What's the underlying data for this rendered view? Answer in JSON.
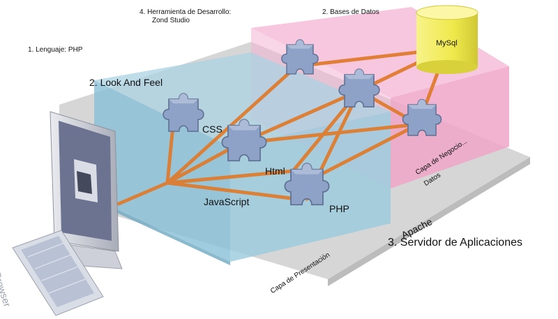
{
  "labels": {
    "lenguaje": "1. Lenguaje: PHP",
    "herramienta_line1": "4. Herramienta de Desarrollo:",
    "herramienta_line2": "Zond Studio",
    "bases_datos": "2. Bases de Datos",
    "look_and_feel": "2. Look And Feel",
    "servidor": "3. Servidor de Aplicaciones",
    "apache": "Apache",
    "capa_presentacion": "Capa de Presentación",
    "capa_negocio_line1": "Capa de Negocio...",
    "capa_negocio_line2": "Datos",
    "browser": "Browser"
  },
  "nodes": {
    "css": "CSS",
    "html": "Html",
    "javascript": "JavaScript",
    "php": "PHP",
    "mysql": "MySql"
  },
  "colors": {
    "presentation_layer": "#8fc3d8",
    "business_layer": "#f3b3d3",
    "server_base": "#c4c4c4",
    "connector": "#e07a2a",
    "puzzle_piece": "#8a9fc4",
    "database": "#f1ec5a",
    "monitor": "#c8ccd6"
  },
  "icons": [
    "monitor-icon",
    "keyboard-icon",
    "puzzle-piece-icon",
    "database-cylinder-icon"
  ]
}
